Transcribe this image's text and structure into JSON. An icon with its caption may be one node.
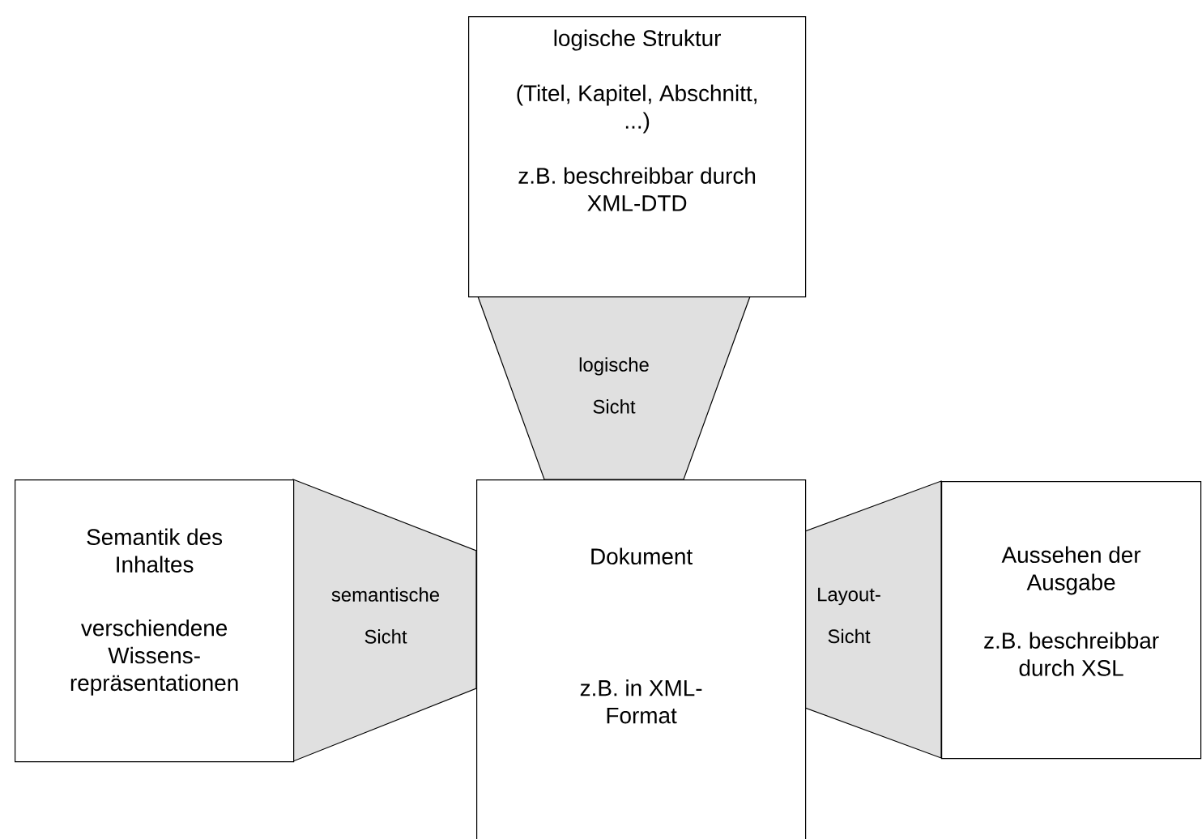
{
  "diagram": {
    "nodes": [
      {
        "text": [
          "logische Struktur",
          "(Titel, Kapitel, Abschnitt, ...)",
          "z.B. beschreibbar durch XML-DTD"
        ]
      },
      {
        "text": [
          "logische Sicht"
        ]
      },
      {
        "text": [
          "Semantik des Inhaltes",
          "verschiendene Wissens- repräsentationen"
        ]
      },
      {
        "text": [
          "semantische Sicht"
        ]
      },
      {
        "text": [
          "Dokument",
          "z.B. in XML- Format"
        ]
      },
      {
        "text": [
          "Layout- Sicht"
        ]
      },
      {
        "text": [
          "Aussehen der Ausgabe",
          "z.B. beschreibbar durch XSL"
        ]
      }
    ]
  }
}
